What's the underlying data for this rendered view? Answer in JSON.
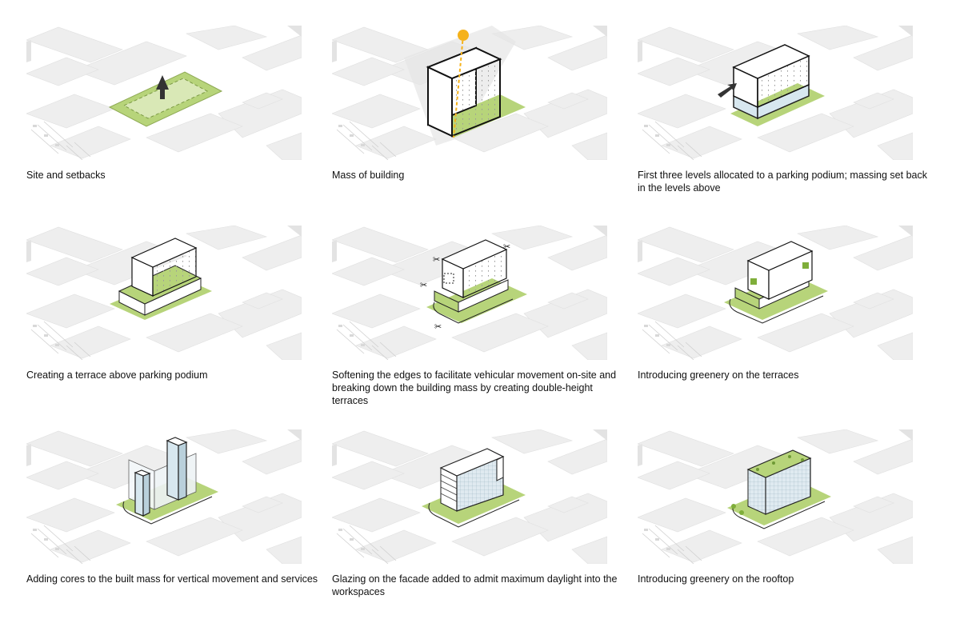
{
  "colors": {
    "site_green": "#b7d47a",
    "site_green_light": "#d9e8b6",
    "glass_blue": "#d7e7ef",
    "context_gray": "#ebebeb",
    "line": "#222222",
    "sun": "#f5b21b"
  },
  "panels": [
    {
      "caption": "Site and setbacks",
      "icon": "site-arrow-icon"
    },
    {
      "caption": "Mass of building",
      "icon": "sun-icon"
    },
    {
      "caption": "First three levels allocated to a parking podium; massing set back in the levels above",
      "icon": "entry-arrow-icon"
    },
    {
      "caption": "Creating a terrace above parking podium"
    },
    {
      "caption": "Softening the edges to facilitate vehicular movement on-site and breaking down the building mass by creating double-height terraces",
      "icon": "scissors-icon"
    },
    {
      "caption": "Introducing greenery on the  terraces"
    },
    {
      "caption": "Adding cores to the built mass for vertical movement and services"
    },
    {
      "caption": "Glazing on the facade added to admit maximum daylight into the workspaces"
    },
    {
      "caption": "Introducing greenery on the rooftop"
    }
  ]
}
